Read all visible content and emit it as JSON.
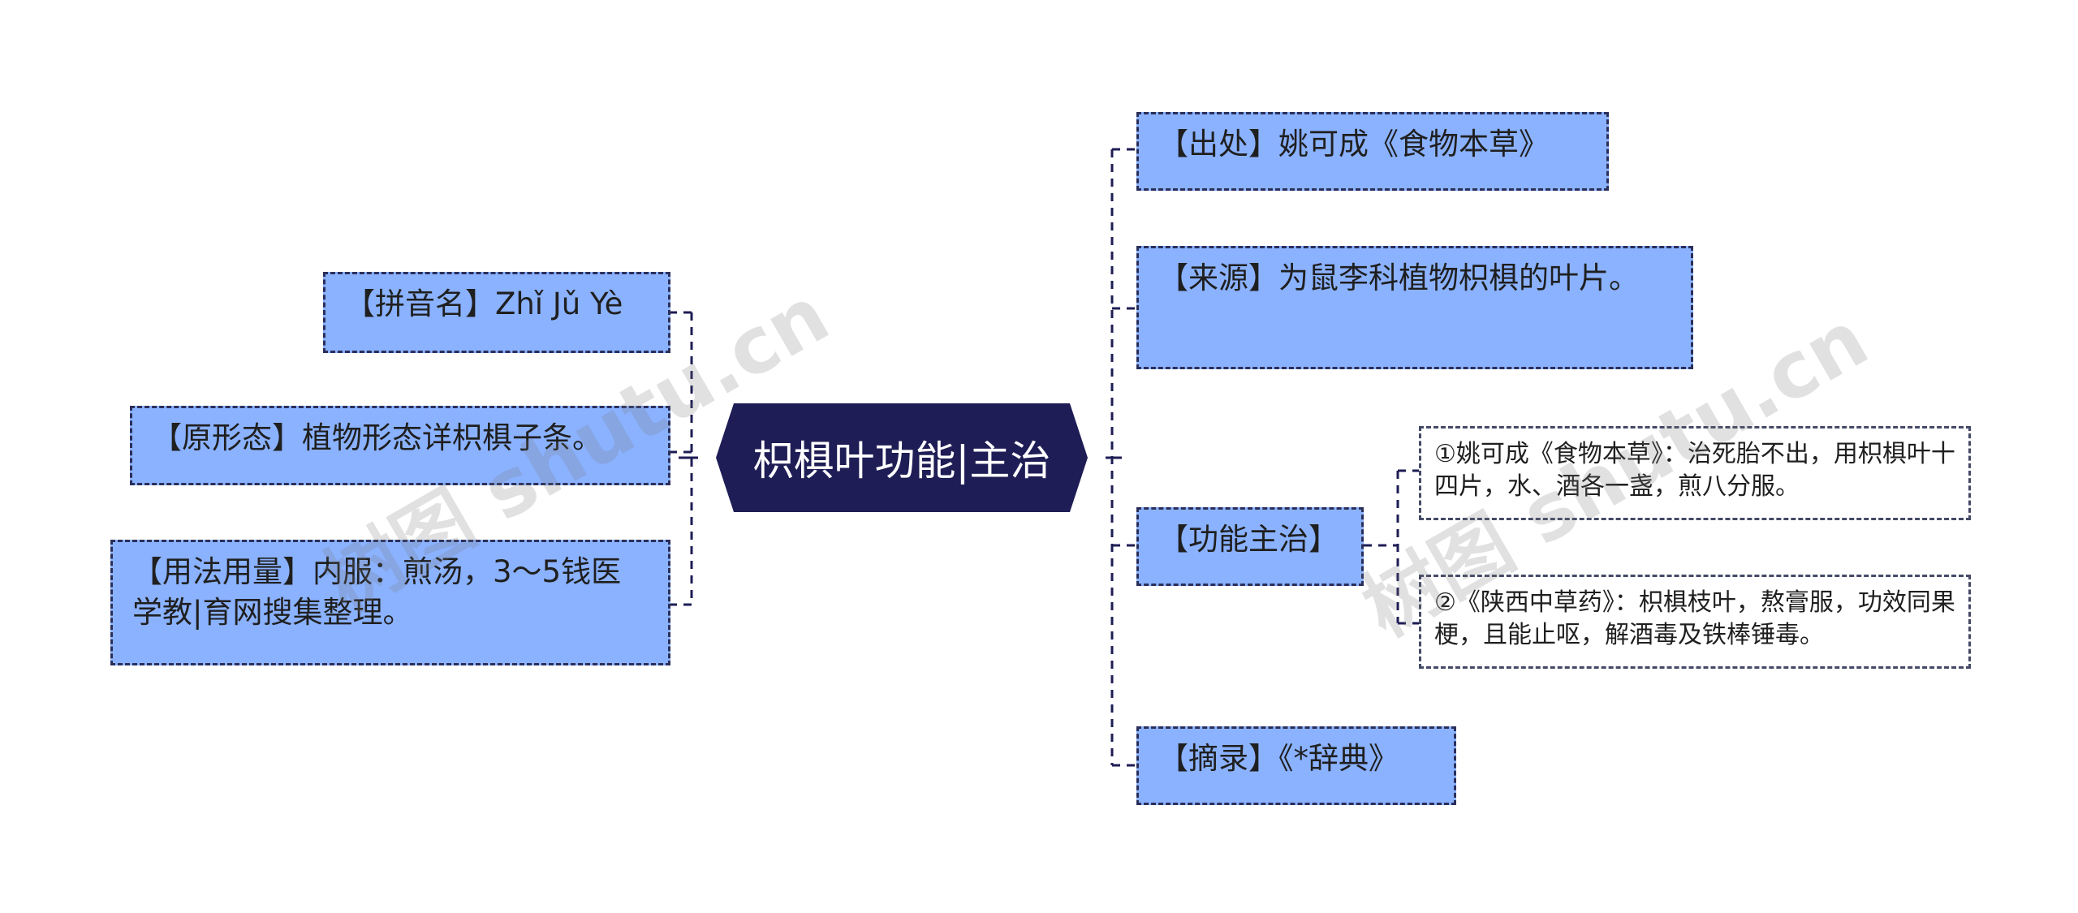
{
  "center": {
    "title": "枳椇叶功能|主治"
  },
  "left": [
    {
      "id": "pinyin",
      "label": "【拼音名】Zhǐ Jǔ Yè"
    },
    {
      "id": "morph",
      "label": "【原形态】植物形态详枳椇子条。"
    },
    {
      "id": "usage",
      "label": "【用法用量】内服：煎汤，3～5钱医学教|育网搜集整理。"
    }
  ],
  "right": [
    {
      "id": "origin",
      "label": "【出处】姚可成《食物本草》"
    },
    {
      "id": "source",
      "label": "【来源】为鼠李科植物枳椇的叶片。"
    },
    {
      "id": "function",
      "label": "【功能主治】"
    },
    {
      "id": "excerpt",
      "label": "【摘录】《*辞典》"
    }
  ],
  "function_details": [
    {
      "id": "detail1",
      "text": "①姚可成《食物本草》：治死胎不出，用枳椇叶十四片，水、酒各一盏，煎八分服。"
    },
    {
      "id": "detail2",
      "text": "②《陕西中草药》：枳椇枝叶，熬膏服，功效同果梗，且能止呕，解酒毒及铁棒锤毒。"
    }
  ],
  "watermarks": [
    "树图 shutu.cn",
    "树图 shutu.cn"
  ],
  "colors": {
    "center_fill": "#1e1d55",
    "node_fill": "#8bb2ff",
    "line": "#1e1d55"
  }
}
